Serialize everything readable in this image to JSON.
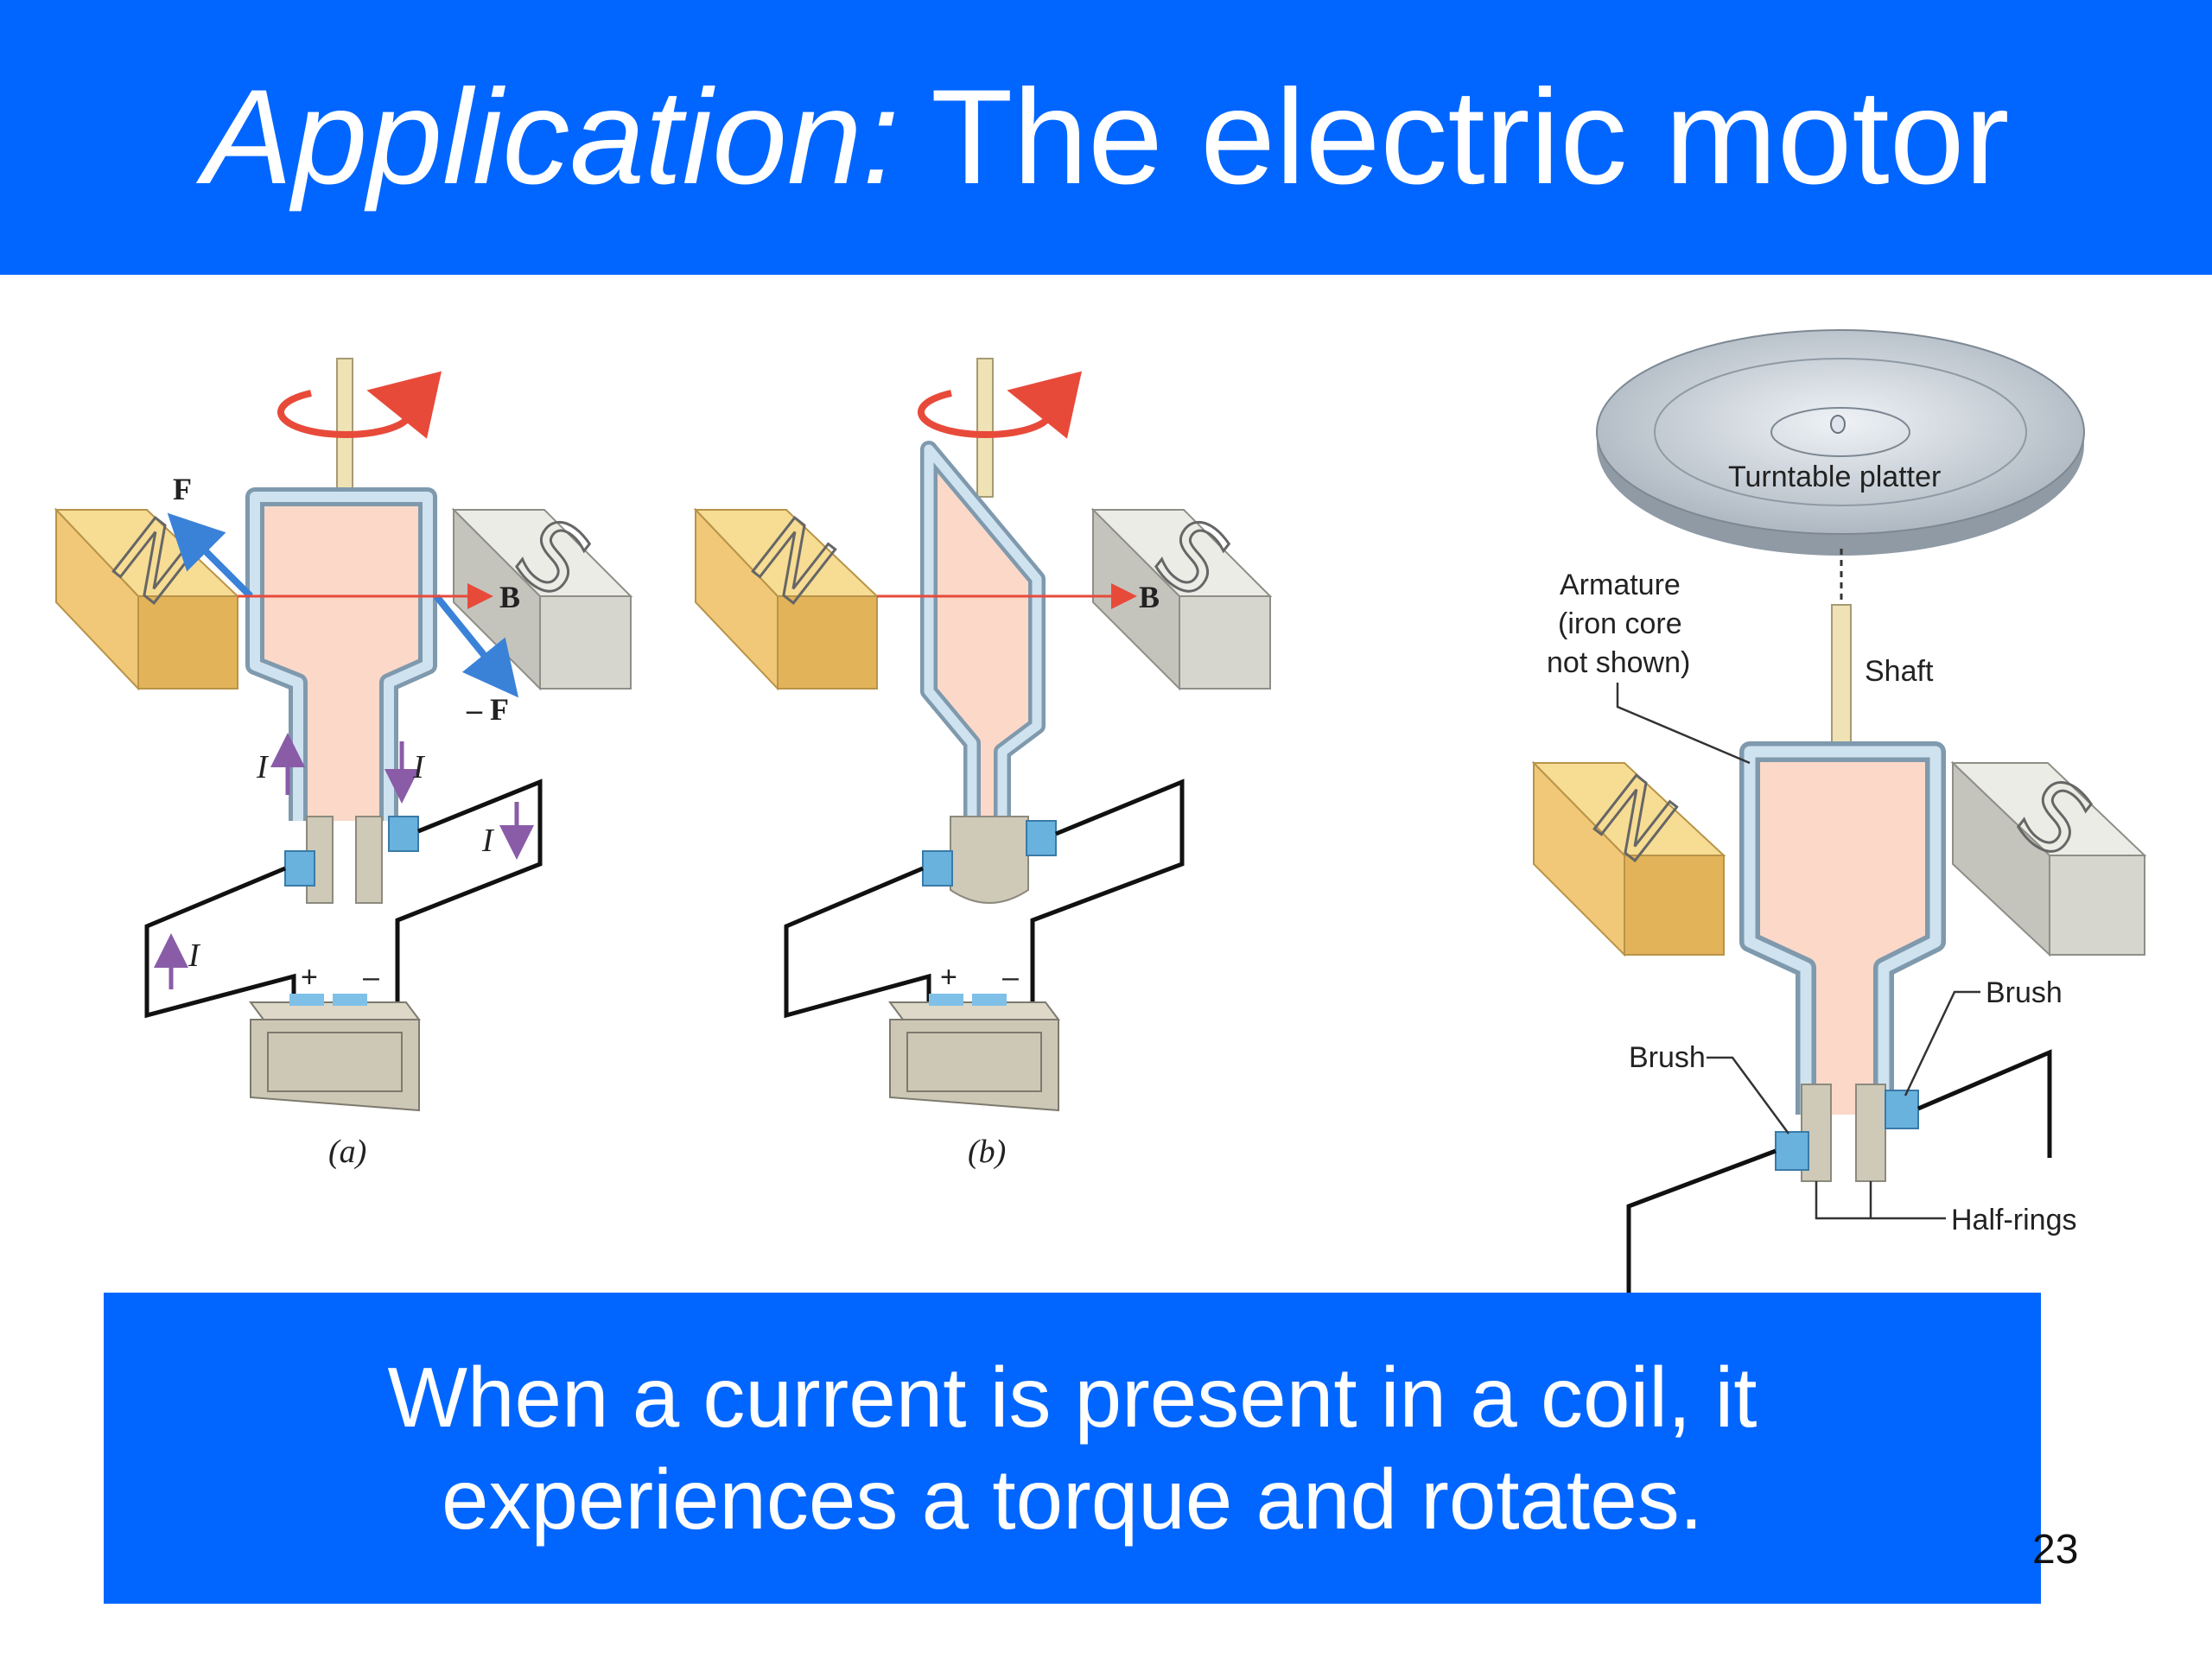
{
  "title": {
    "italic": "Application:",
    "rest": "The electric motor"
  },
  "labels": {
    "F": "F",
    "B": "B",
    "negF": "– F",
    "I": "I",
    "plus": "+",
    "minus": "–",
    "a": "(a)",
    "b": "(b)",
    "N": "N",
    "S": "S",
    "turntable": "Turntable platter",
    "armature1": "Armature",
    "armature2": "(iron core",
    "armature3": "not shown)",
    "shaft": "Shaft",
    "brush": "Brush",
    "halfrings": "Half-rings"
  },
  "caption": {
    "line1": "When a current is present in a coil, it",
    "line2": "experiences a torque and rotates."
  },
  "slide_number": "23",
  "colors": {
    "blue": "#0066ff",
    "coil": "#fbd8c8",
    "wire": "#a9c7dd",
    "north": "#f0c060",
    "south": "#d6d6cf",
    "red": "#e84a3a",
    "purple": "#8a5ca8"
  }
}
